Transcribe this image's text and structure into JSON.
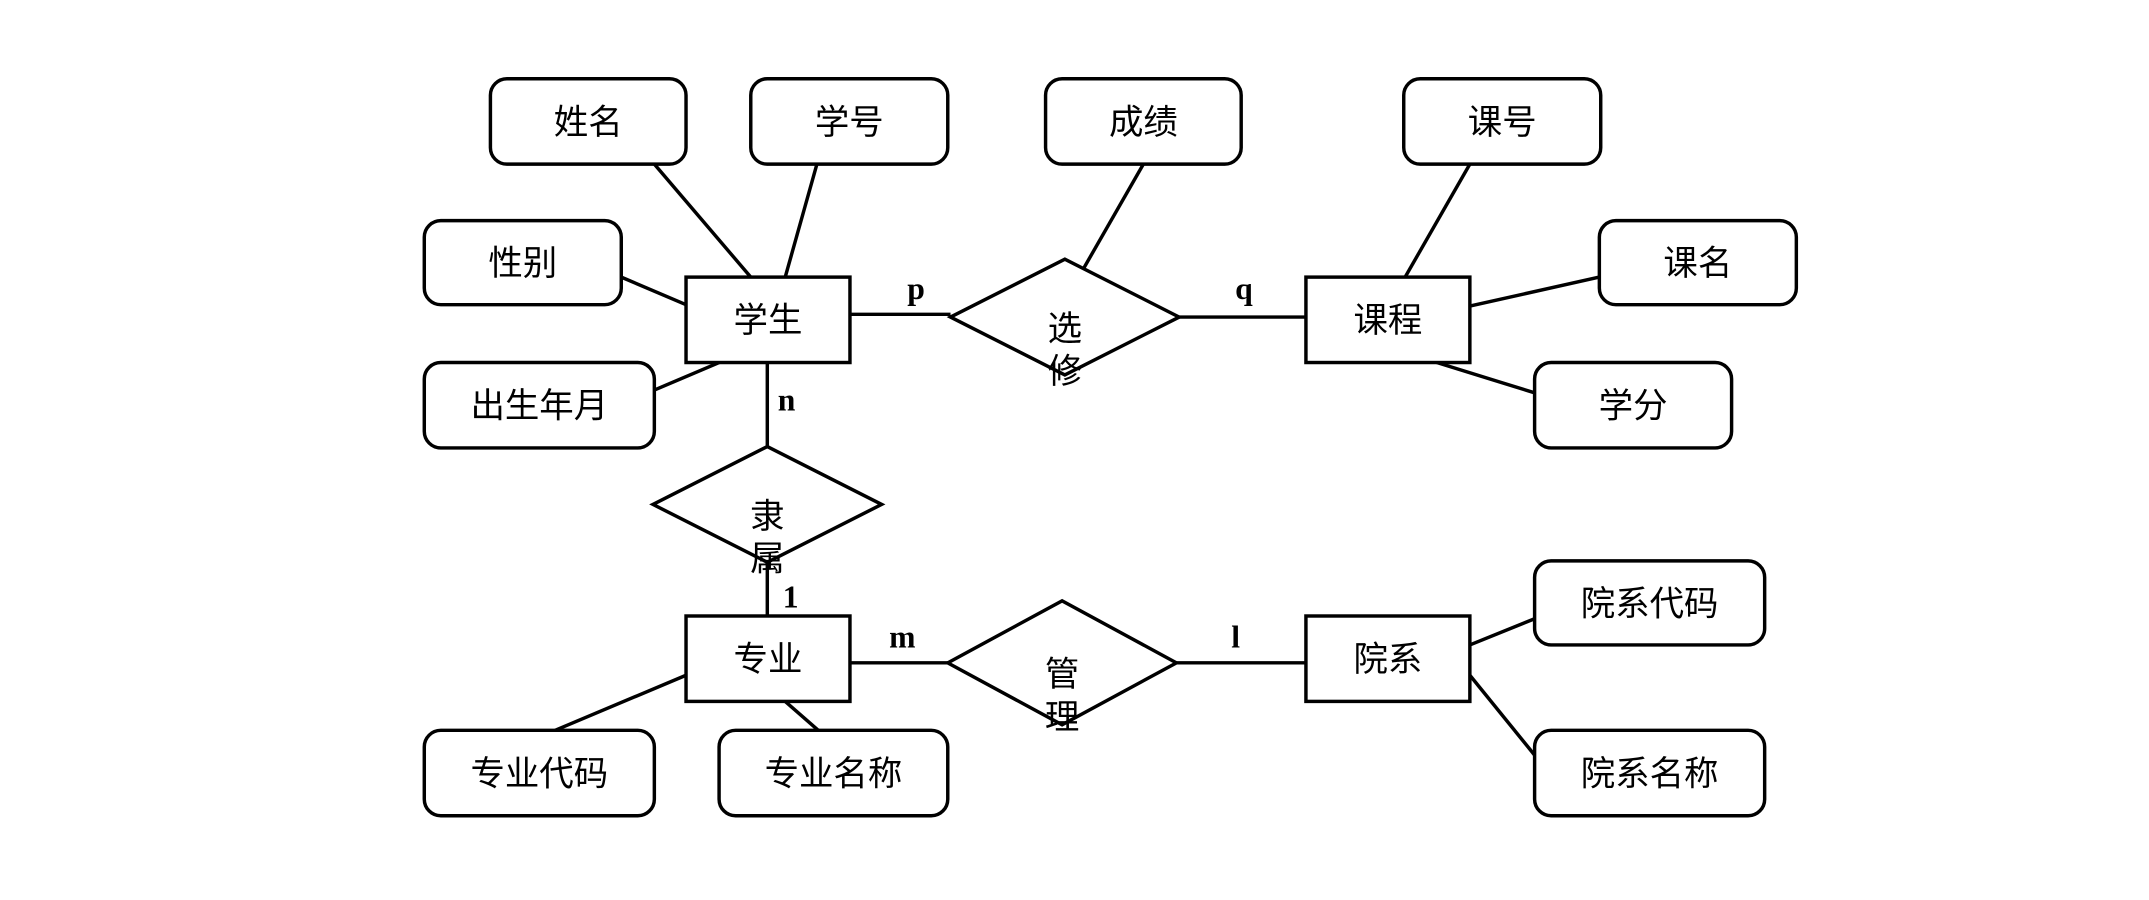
{
  "entities": [
    {
      "id": "student",
      "label": "学生"
    },
    {
      "id": "course",
      "label": "课程"
    },
    {
      "id": "major",
      "label": "专业"
    },
    {
      "id": "dept",
      "label": "院系"
    }
  ],
  "attributes": [
    {
      "id": "name",
      "label": "姓名",
      "of": "student"
    },
    {
      "id": "sid",
      "label": "学号",
      "of": "student"
    },
    {
      "id": "gender",
      "label": "性别",
      "of": "student"
    },
    {
      "id": "birth",
      "label": "出生年月",
      "of": "student"
    },
    {
      "id": "grade",
      "label": "成绩",
      "of": "select"
    },
    {
      "id": "cid",
      "label": "课号",
      "of": "course"
    },
    {
      "id": "cname",
      "label": "课名",
      "of": "course"
    },
    {
      "id": "credit",
      "label": "学分",
      "of": "course"
    },
    {
      "id": "mcode",
      "label": "专业代码",
      "of": "major"
    },
    {
      "id": "mname",
      "label": "专业名称",
      "of": "major"
    },
    {
      "id": "dcode",
      "label": "院系代码",
      "of": "dept"
    },
    {
      "id": "dname",
      "label": "院系名称",
      "of": "dept"
    }
  ],
  "relationships": [
    {
      "id": "select",
      "label": "选修",
      "chars": [
        "选",
        "修"
      ]
    },
    {
      "id": "belong",
      "label": "隶属",
      "chars": [
        "隶",
        "属"
      ]
    },
    {
      "id": "manage",
      "label": "管理",
      "chars": [
        "管",
        "理"
      ]
    }
  ],
  "cardinalities": [
    {
      "id": "p",
      "label": "p"
    },
    {
      "id": "q",
      "label": "q"
    },
    {
      "id": "n",
      "label": "n"
    },
    {
      "id": "one1",
      "label": "1"
    },
    {
      "id": "m",
      "label": "m"
    },
    {
      "id": "l",
      "label": "l"
    }
  ]
}
